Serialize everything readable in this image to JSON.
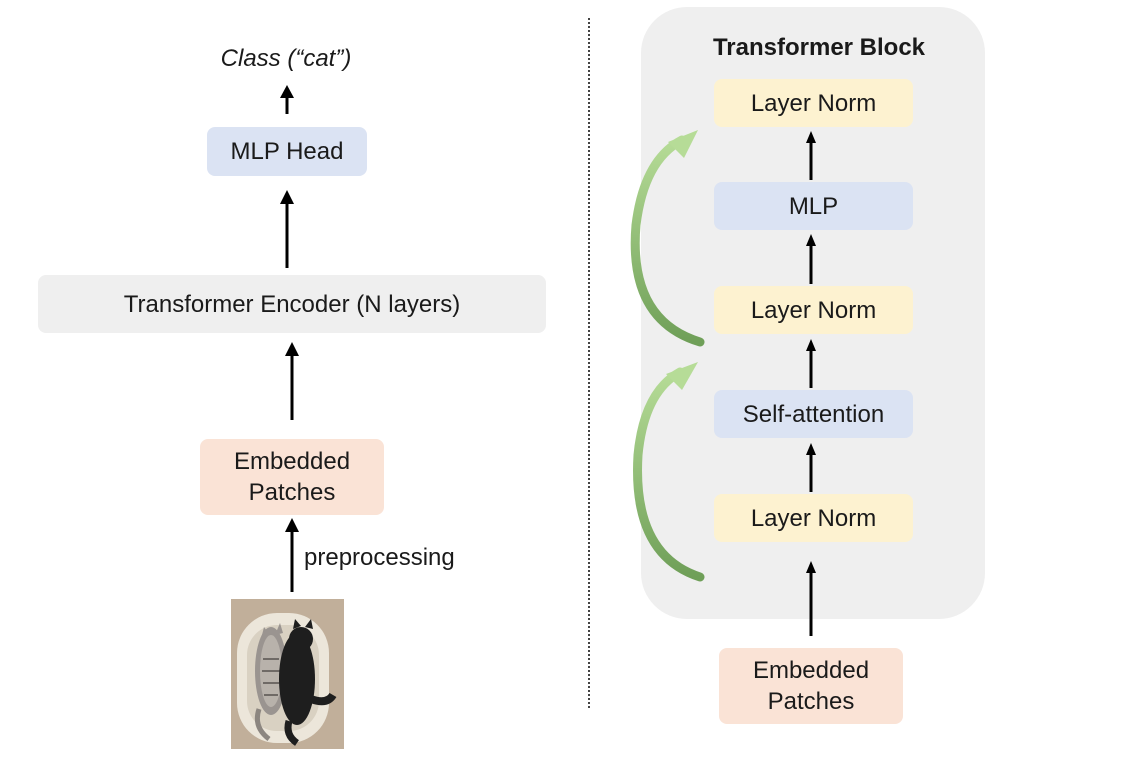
{
  "left": {
    "class_label": "Class (“cat”)",
    "mlp_head": "MLP Head",
    "encoder": "Transformer Encoder (N layers)",
    "embedded_line1": "Embedded",
    "embedded_line2": "Patches",
    "preprocessing": "preprocessing"
  },
  "right": {
    "title": "Transformer Block",
    "layer_norm_top": "Layer Norm",
    "mlp": "MLP",
    "layer_norm_mid": "Layer Norm",
    "self_attention": "Self-attention",
    "layer_norm_bottom": "Layer Norm",
    "embedded_line1": "Embedded",
    "embedded_line2": "Patches"
  },
  "colors": {
    "blue_box": "#dbe3f3",
    "gray_box": "#efefef",
    "peach_box": "#fae3d6",
    "yellow_box": "#fdf2d0",
    "residual_arrow": "#8fbf73"
  },
  "icons": {
    "image": "cats-sleeping-photo"
  }
}
